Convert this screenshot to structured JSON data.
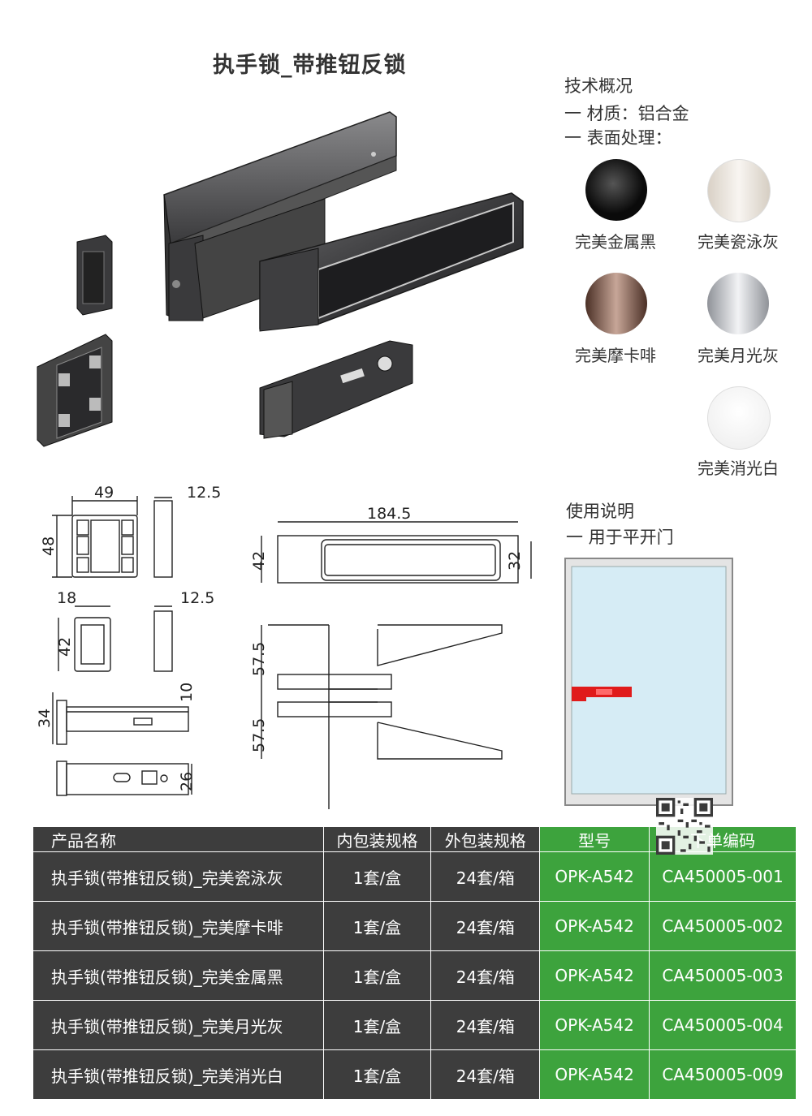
{
  "title": "执手锁_带推钮反锁",
  "spec": {
    "heading": "技术概况",
    "material": "一 材质：铝合金",
    "surface": "一 表面处理："
  },
  "finishes": [
    {
      "label": "完美金属黑",
      "color": "#1a1a1a"
    },
    {
      "label": "完美瓷泳灰",
      "color": "#e8e2da"
    },
    {
      "label": "完美摩卡啡",
      "color": "#6b4a3e"
    },
    {
      "label": "完美月光灰",
      "color": "#b9bcc2"
    },
    {
      "label": "完美消光白",
      "color": "#f4f4f4"
    }
  ],
  "usage": {
    "heading": "使用说明",
    "line1": "一 用于平开门"
  },
  "dimensions": {
    "d49": "49",
    "d12_5a": "12.5",
    "d48": "48",
    "d18": "18",
    "d12_5b": "12.5",
    "d42a": "42",
    "d10": "10",
    "d34": "34",
    "d26": "26",
    "d184_5": "184.5",
    "d42b": "42",
    "d32": "32",
    "d57_5a": "57.5",
    "d57_5b": "57.5"
  },
  "table": {
    "headers": [
      "产品名称",
      "内包装规格",
      "外包装规格",
      "型号",
      "下单编码"
    ],
    "rows": [
      [
        "执手锁(带推钮反锁)_完美瓷泳灰",
        "1套/盒",
        "24套/箱",
        "OPK-A542",
        "CA450005-001"
      ],
      [
        "执手锁(带推钮反锁)_完美摩卡啡",
        "1套/盒",
        "24套/箱",
        "OPK-A542",
        "CA450005-002"
      ],
      [
        "执手锁(带推钮反锁)_完美金属黑",
        "1套/盒",
        "24套/箱",
        "OPK-A542",
        "CA450005-003"
      ],
      [
        "执手锁(带推钮反锁)_完美月光灰",
        "1套/盒",
        "24套/箱",
        "OPK-A542",
        "CA450005-004"
      ],
      [
        "执手锁(带推钮反锁)_完美消光白",
        "1套/盒",
        "24套/箱",
        "OPK-A542",
        "CA450005-009"
      ]
    ]
  },
  "colors": {
    "header_dark": "#3d3d3d",
    "header_green": "#3da33d",
    "door_glass": "#d6ecf5",
    "handle_red": "#e01b1b"
  }
}
